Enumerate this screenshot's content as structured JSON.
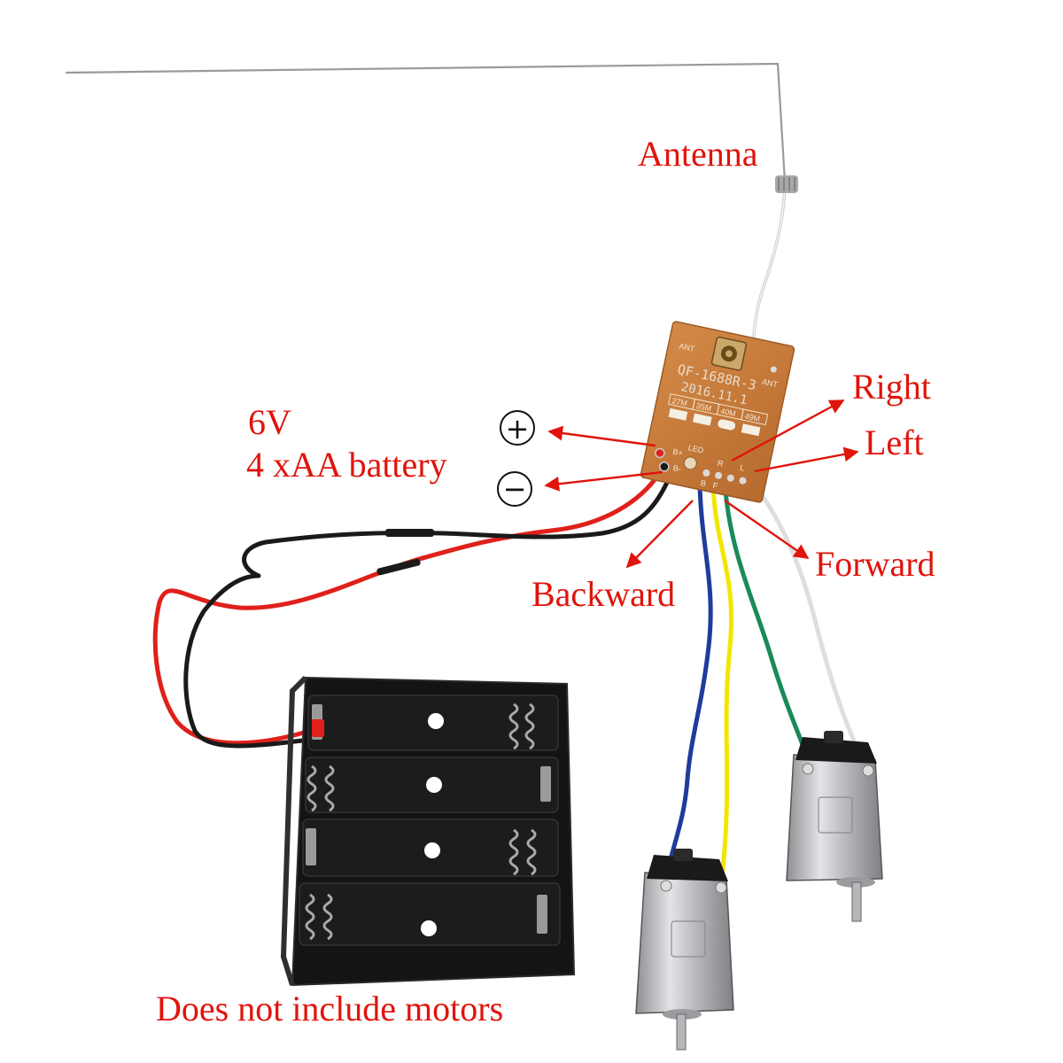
{
  "labels": {
    "antenna": "Antenna",
    "right": "Right",
    "left": "Left",
    "voltage": "6V",
    "battery": "4 xAA battery",
    "plus": "+",
    "minus": "−",
    "forward": "Forward",
    "backward": "Backward",
    "footer": "Does not include motors"
  },
  "pcb": {
    "model": "QF-1688R-3",
    "date": "2016.11.1",
    "freq_27": "27M",
    "freq_35": "35M",
    "freq_40": "40M",
    "freq_49": "49M",
    "ant_left": "ANT",
    "ant_right": "ANT",
    "pad_b_plus": "B+",
    "pad_b_minus": "B-",
    "pad_led": "LED",
    "pad_r": "R",
    "pad_l": "L",
    "pad_b": "B",
    "pad_f": "F"
  },
  "colors": {
    "label_red": "#e0140c",
    "pcb": "#c97a3a",
    "wire_red": "#e0201a",
    "wire_black": "#1a1a1a",
    "wire_blue": "#1f3c9c",
    "wire_yellow": "#f2e600",
    "wire_green": "#1a8a5a",
    "wire_white": "#e6e6e6"
  }
}
